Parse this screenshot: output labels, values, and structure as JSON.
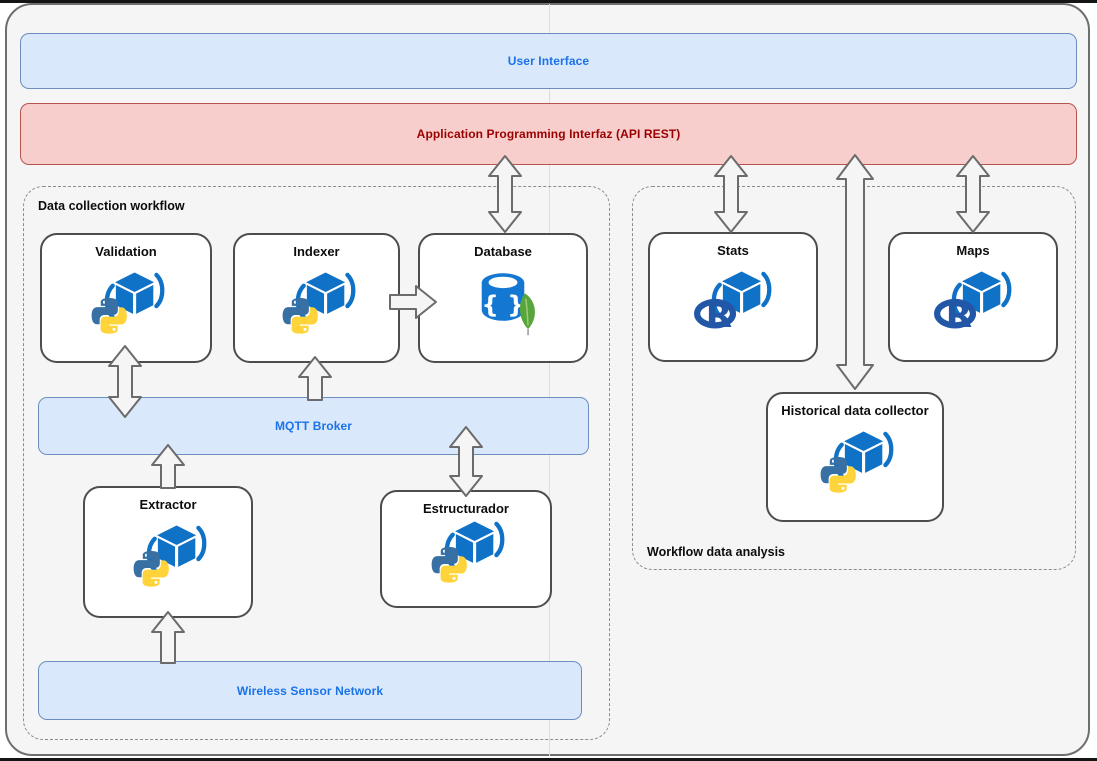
{
  "layers": {
    "user_interface": {
      "label": "User Interface"
    },
    "api_rest": {
      "label": "Application Programming Interfaz (API REST)"
    }
  },
  "buses": {
    "mqtt": {
      "label": "MQTT Broker"
    },
    "wsn": {
      "label": "Wireless Sensor Network"
    }
  },
  "groups": {
    "data_collection": {
      "label": "Data collection workflow"
    },
    "data_analysis": {
      "label": "Workflow data analysis"
    }
  },
  "nodes": {
    "validation": {
      "label": "Validation",
      "icon": "python-docker-icon"
    },
    "indexer": {
      "label": "Indexer",
      "icon": "python-docker-icon"
    },
    "database": {
      "label": "Database",
      "icon": "mongodb-icon"
    },
    "stats": {
      "label": "Stats",
      "icon": "r-docker-icon"
    },
    "maps": {
      "label": "Maps",
      "icon": "r-docker-icon"
    },
    "extractor": {
      "label": "Extractor",
      "icon": "python-docker-icon"
    },
    "estructurador": {
      "label": "Estructurador",
      "icon": "python-docker-icon"
    },
    "historical": {
      "label": "Historical data collector",
      "icon": "python-docker-icon"
    }
  },
  "colors": {
    "canvas_bg": "#f5f5f5",
    "band_blue_fill": "#dae8fc",
    "band_blue_border": "#6c8ebf",
    "band_blue_text": "#1a73e8",
    "band_red_fill": "#f8cecc",
    "band_red_border": "#b85450",
    "band_red_text": "#990000",
    "node_border": "#4d4d4d",
    "dashed_border": "#8c8c8c",
    "arrow_stroke": "#6b6b6b",
    "cube_blue": "#1072c6",
    "python_blue": "#3870a4",
    "python_yellow": "#ffd43b",
    "r_logo_blue": "#2257a8",
    "mongo_blue": "#1478d2",
    "mongo_leaf_green": "#58a53c"
  }
}
